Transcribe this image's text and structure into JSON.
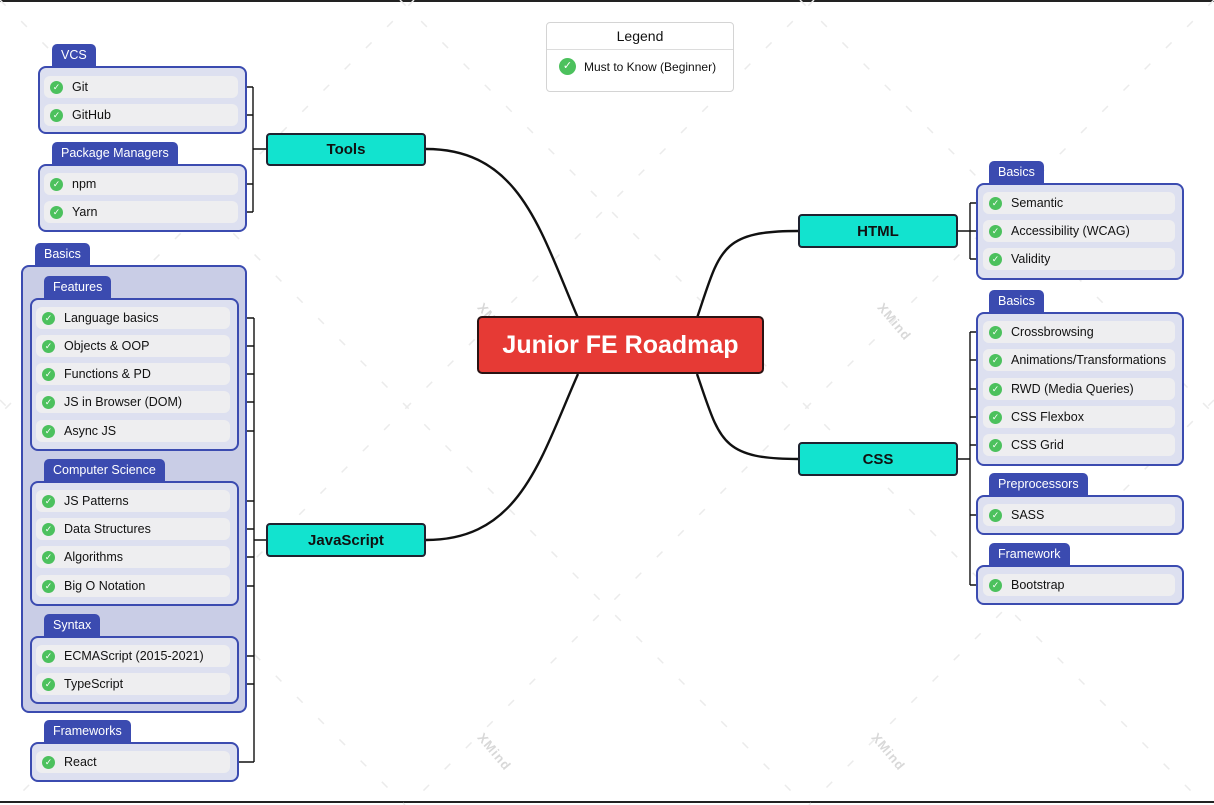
{
  "central": "Junior FE Roadmap",
  "legend": {
    "title": "Legend",
    "item": "Must to Know (Beginner)"
  },
  "topics": {
    "tools": "Tools",
    "javascript": "JavaScript",
    "html": "HTML",
    "css": "CSS"
  },
  "tools": {
    "vcs": {
      "label": "VCS",
      "items": [
        "Git",
        "GitHub"
      ]
    },
    "package_managers": {
      "label": "Package Managers",
      "items": [
        "npm",
        "Yarn"
      ]
    }
  },
  "javascript": {
    "basics_label": "Basics",
    "features": {
      "label": "Features",
      "items": [
        "Language basics",
        "Objects & OOP",
        "Functions & PD",
        "JS in Browser (DOM)",
        "Async JS"
      ]
    },
    "computer_science": {
      "label": "Computer Science",
      "items": [
        "JS Patterns",
        "Data Structures",
        "Algorithms",
        "Big O Notation"
      ]
    },
    "syntax": {
      "label": "Syntax",
      "items": [
        "ECMAScript (2015-2021)",
        "TypeScript"
      ]
    },
    "frameworks": {
      "label": "Frameworks",
      "items": [
        "React"
      ]
    }
  },
  "html": {
    "basics": {
      "label": "Basics",
      "items": [
        "Semantic",
        "Accessibility (WCAG)",
        "Validity"
      ]
    }
  },
  "css": {
    "basics": {
      "label": "Basics",
      "items": [
        "Crossbrowsing",
        "Animations/Transformations",
        "RWD (Media Queries)",
        "CSS Flexbox",
        "CSS Grid"
      ]
    },
    "preprocessors": {
      "label": "Preprocessors",
      "items": [
        "SASS"
      ]
    },
    "framework": {
      "label": "Framework",
      "items": [
        "Bootstrap"
      ]
    }
  },
  "watermark": "XMind",
  "check_color": "#4cc15d",
  "accent_blue": "#3b4bb0",
  "topic_color": "#12e3cf",
  "central_color": "#e63a35"
}
